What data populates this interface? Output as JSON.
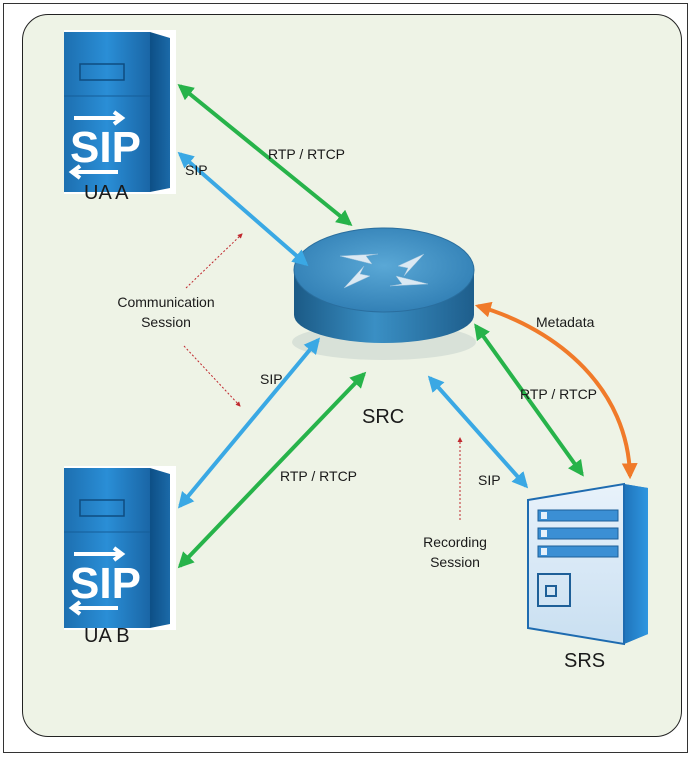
{
  "nodes": {
    "ua_a": "UA A",
    "ua_b": "UA B",
    "src": "SRC",
    "srs": "SRS"
  },
  "server_logo_text": "SIP",
  "links": {
    "rtp_top": "RTP / RTCP",
    "sip_top": "SIP",
    "sip_mid": "SIP",
    "rtp_bottom": "RTP / RTCP",
    "rtp_srs": "RTP / RTCP",
    "sip_srs": "SIP",
    "metadata": "Metadata"
  },
  "annotations": {
    "communication_line1": "Communication",
    "communication_line2": "Session",
    "recording_line1": "Recording",
    "recording_line2": "Session"
  },
  "colors": {
    "background": "#eef3e6",
    "sip_arrow": "#3aa8e4",
    "rtp_arrow": "#27b34a",
    "metadata_arrow": "#f07a2a",
    "pointer_arrow": "#c0282e",
    "server_blue": "#1f7fc4",
    "router_blue": "#2c6f9f"
  }
}
